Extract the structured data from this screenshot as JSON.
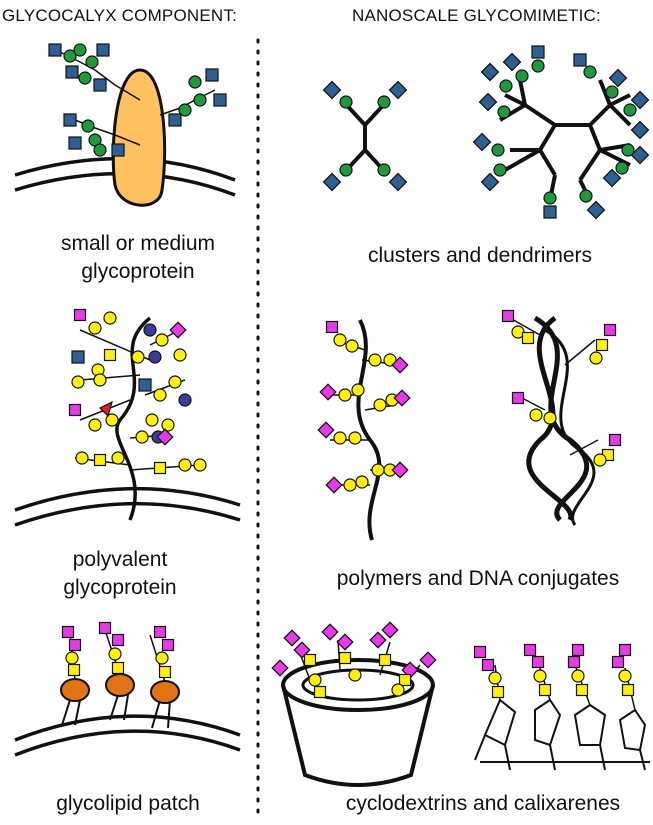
{
  "headers": {
    "left": "GLYCOCALYX COMPONENT:",
    "right": "NANOSCALE GLYCOMIMETIC:"
  },
  "captions": {
    "glycoprotein_line1": "small or medium",
    "glycoprotein_line2": "glycoprotein",
    "clusters": "clusters and dendrimers",
    "polyvalent_line1": "polyvalent",
    "polyvalent_line2": "glycoprotein",
    "polymers": "polymers and DNA conjugates",
    "glycolipid": "glycolipid patch",
    "cyclodextrins": "cyclodextrins and calixarenes"
  },
  "colors": {
    "blue_square": "#2e5f95",
    "green_circle": "#1f9a3a",
    "yellow": "#fff200",
    "magenta": "#e839e8",
    "purple_circle": "#3b3b99",
    "red_triangle": "#e61e1e",
    "protein": "#fdc25f",
    "lipid": "#e07314"
  }
}
